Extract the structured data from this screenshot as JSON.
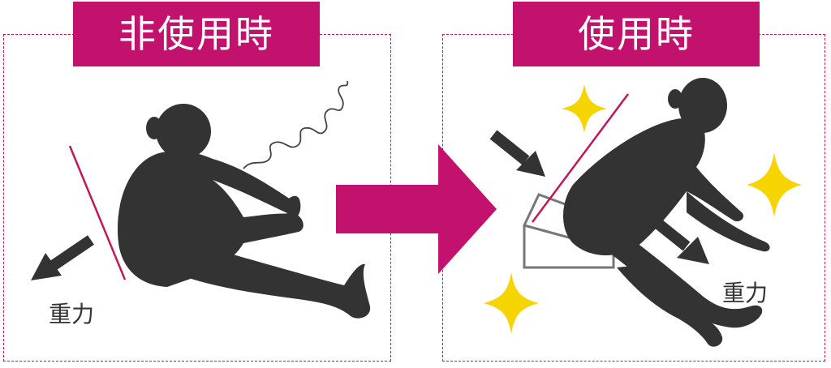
{
  "left_panel": {
    "title": "非使用時",
    "gravity_label": "重力"
  },
  "right_panel": {
    "title": "使用時",
    "gravity_label": "重力"
  },
  "colors": {
    "accent": "#c2126e",
    "silhouette": "#333333",
    "sparkle": "#f5d400",
    "line": "#c2185b"
  },
  "icons": [
    "arrow-right-icon",
    "gravity-arrow-icon",
    "sparkle-icon",
    "wedge-block-icon",
    "squiggle-icon"
  ]
}
